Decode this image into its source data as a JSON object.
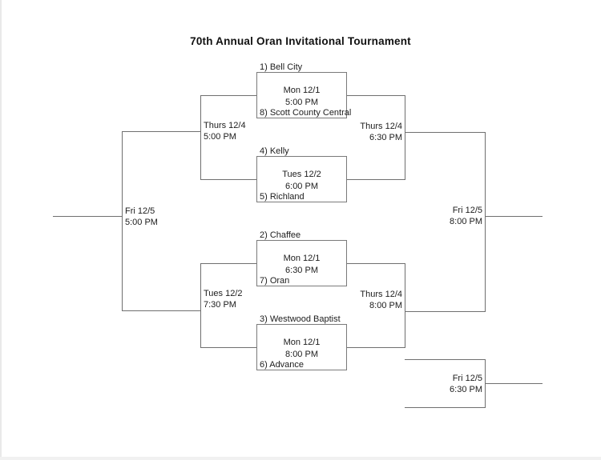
{
  "title": "70th Annual Oran Invitational Tournament",
  "games": {
    "round1": [
      {
        "seed_top": "1) Bell City",
        "date": "Mon 12/1",
        "time": "5:00 PM",
        "seed_bottom": "8) Scott County Central"
      },
      {
        "seed_top": "4) Kelly",
        "date": "Tues 12/2",
        "time": "6:00 PM",
        "seed_bottom": "5) Richland"
      },
      {
        "seed_top": "2) Chaffee",
        "date": "Mon 12/1",
        "time": "6:30 PM",
        "seed_bottom": "7) Oran"
      },
      {
        "seed_top": "3) Westwood Baptist",
        "date": "Mon 12/1",
        "time": "8:00 PM",
        "seed_bottom": "6) Advance"
      }
    ],
    "left_semifinals": [
      {
        "date": "Thurs 12/4",
        "time": "5:00 PM"
      },
      {
        "date": "Tues 12/2",
        "time": "7:30 PM"
      }
    ],
    "left_final": {
      "date": "Fri 12/5",
      "time": "5:00 PM"
    },
    "right_semifinals": [
      {
        "date": "Thurs 12/4",
        "time": "6:30 PM"
      },
      {
        "date": "Thurs 12/4",
        "time": "8:00 PM"
      }
    ],
    "right_final": {
      "date": "Fri 12/5",
      "time": "8:00 PM"
    },
    "bottom_right_game": {
      "date": "Fri 12/5",
      "time": "6:30 PM"
    }
  },
  "colors": {
    "line": "#6f6f6f",
    "text": "#1c1c1c",
    "background": "#ffffff"
  }
}
